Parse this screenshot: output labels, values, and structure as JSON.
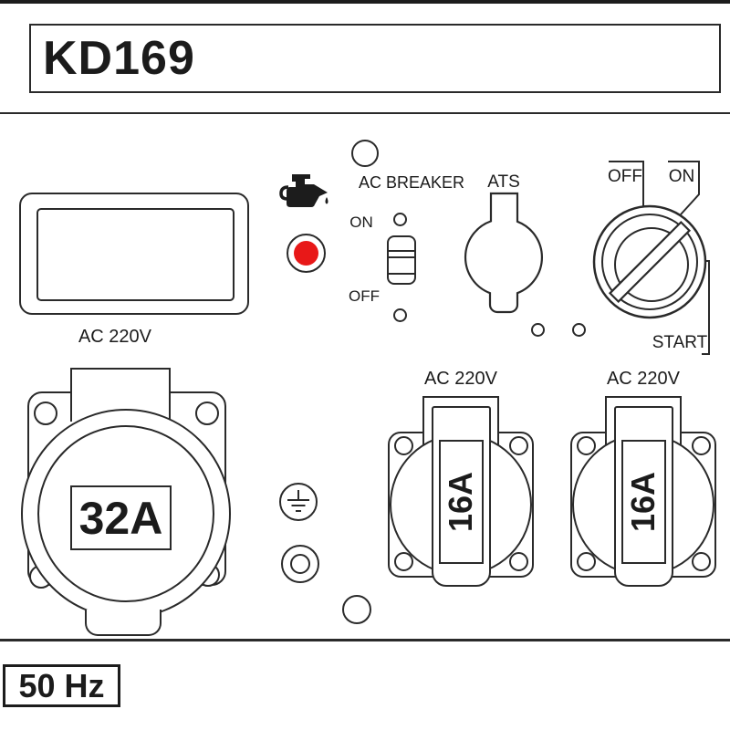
{
  "title": {
    "model": "KD169"
  },
  "footer": {
    "frequency": "50 Hz"
  },
  "voltmeter": {
    "label": "AC 220V"
  },
  "oil_indicator": {
    "icon": "oil-can-icon"
  },
  "breaker": {
    "label": "AC BREAKER",
    "on": "ON",
    "off": "OFF"
  },
  "ats": {
    "label": "ATS"
  },
  "key_switch": {
    "off": "OFF",
    "on": "ON",
    "start": "START"
  },
  "socket_32a": {
    "rating": "32A"
  },
  "sockets_16a": [
    {
      "label": "AC 220V",
      "rating": "16A"
    },
    {
      "label": "AC 220V",
      "rating": "16A"
    }
  ],
  "colors": {
    "line": "#2a2a2a",
    "indicator_red": "#e81818"
  }
}
